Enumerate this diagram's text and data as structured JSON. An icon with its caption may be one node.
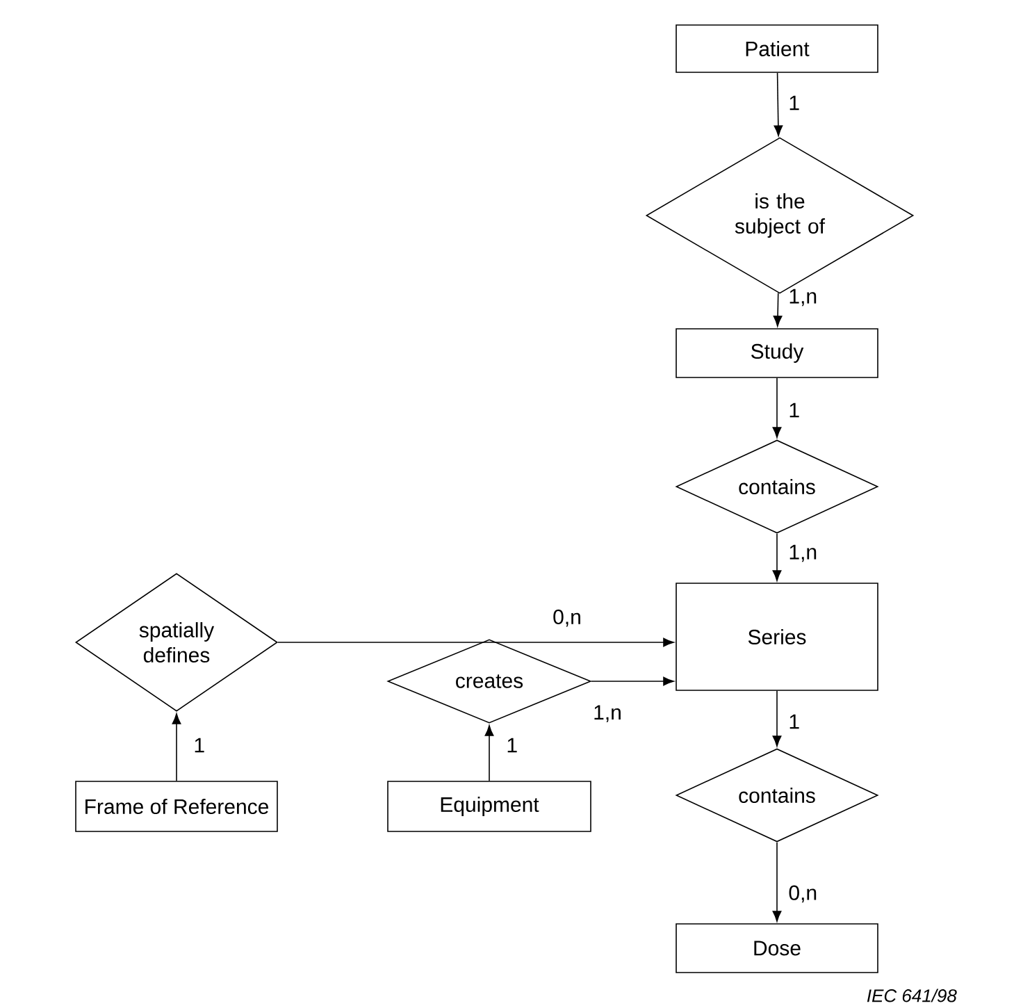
{
  "diagram": {
    "nodes": [
      {
        "text": [
          "Patient"
        ]
      },
      {
        "text": [
          "is the subject of"
        ]
      },
      {
        "text": [
          "Study"
        ]
      },
      {
        "text": [
          "contains"
        ]
      },
      {
        "text": [
          "Series"
        ]
      },
      {
        "text": [
          "spatially defines"
        ]
      },
      {
        "text": [
          "creates"
        ]
      },
      {
        "text": [
          "Frame of Reference"
        ]
      },
      {
        "text": [
          "Equipment"
        ]
      },
      {
        "text": [
          "contains"
        ]
      },
      {
        "text": [
          "Dose"
        ]
      }
    ],
    "edges": [
      {
        "from": 0,
        "to": 1,
        "arrow": "to",
        "label": "1"
      },
      {
        "from": 1,
        "to": 2,
        "arrow": "to",
        "label": "1,n"
      },
      {
        "from": 2,
        "to": 3,
        "arrow": "to",
        "label": "1"
      },
      {
        "from": 3,
        "to": 4,
        "arrow": "to",
        "label": "1,n"
      },
      {
        "from": 5,
        "to": 4,
        "arrow": "to",
        "label": "0,n"
      },
      {
        "from": 6,
        "to": 4,
        "arrow": "to",
        "label": "1,n"
      },
      {
        "from": 7,
        "to": 5,
        "arrow": "to",
        "label": "1"
      },
      {
        "from": 8,
        "to": 6,
        "arrow": "to",
        "label": "1"
      },
      {
        "from": 4,
        "to": 9,
        "arrow": "to",
        "label": "1"
      },
      {
        "from": 9,
        "to": 10,
        "arrow": "to",
        "label": "0,n"
      }
    ],
    "labels": [
      "IEC  641/98"
    ]
  }
}
